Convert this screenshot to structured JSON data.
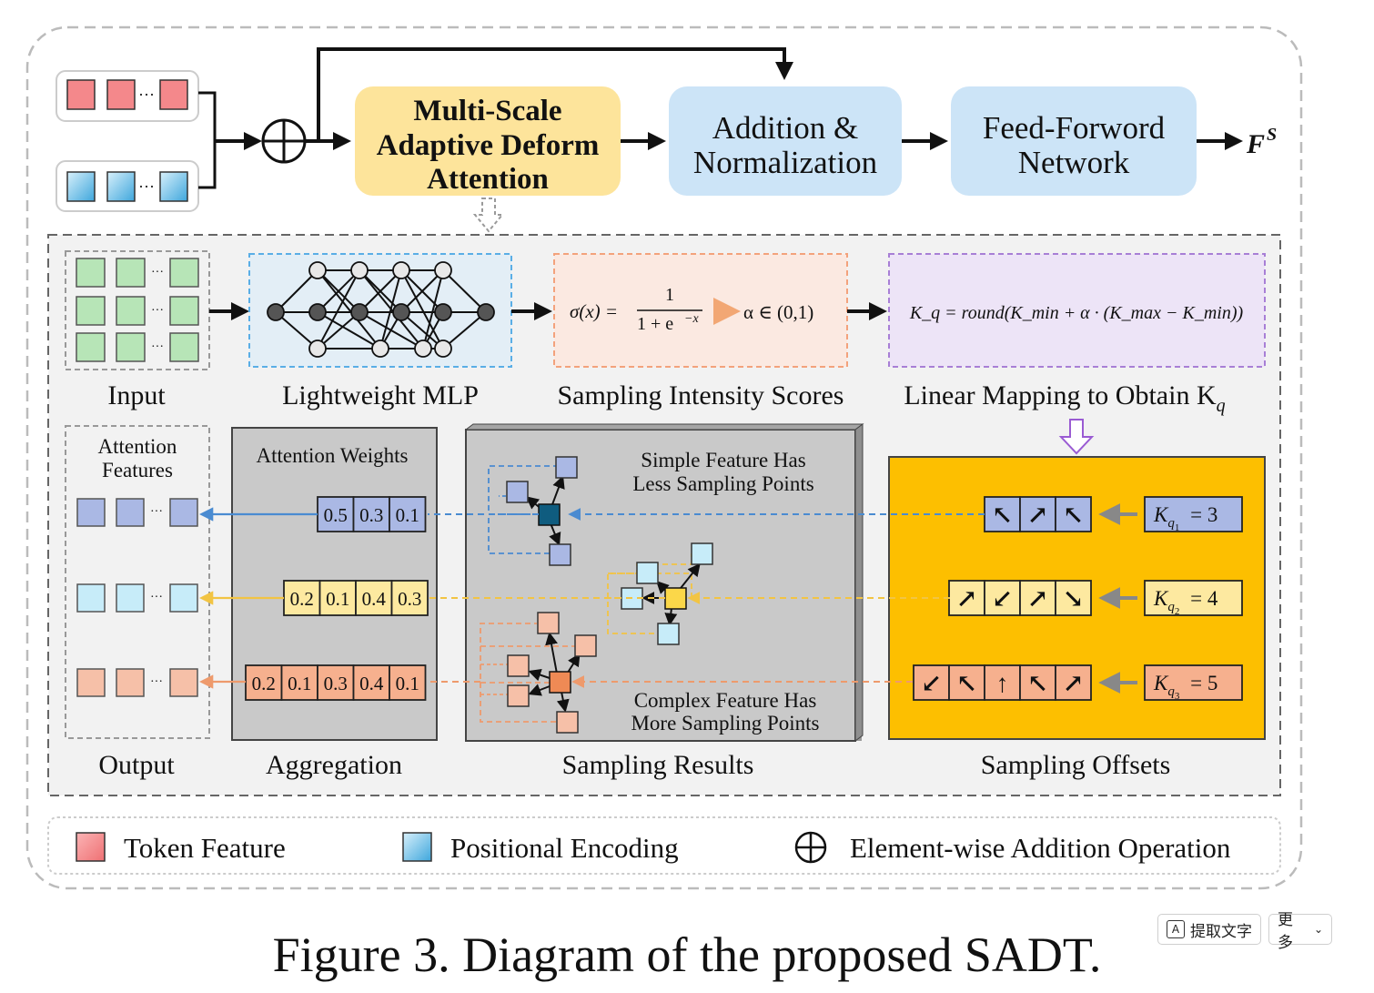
{
  "top_row": {
    "msada": [
      "Multi-Scale",
      "Adaptive Deform",
      "Attention"
    ],
    "addnorm": [
      "Addition &",
      "Normalization"
    ],
    "ffn": [
      "Feed-Forword",
      "Network"
    ],
    "output_label": "F",
    "output_sup": "S",
    "ellipsis": "···"
  },
  "stages": {
    "input": "Input",
    "mlp": "Lightweight MLP",
    "scores": "Sampling Intensity Scores",
    "linear": "Linear Mapping to Obtain K",
    "linear_sub": "q",
    "output": "Output",
    "aggregation": "Aggregation",
    "sampling_results": "Sampling Results",
    "sampling_offsets": "Sampling Offsets"
  },
  "formulas": {
    "sigma_lhs": "σ(x) =",
    "sigma_num": "1",
    "sigma_den": "1 + e",
    "sigma_exp": "−x",
    "alpha": "α ∈ (0,1)",
    "kq": "K_q = round(K_min + α · (K_max − K_min))"
  },
  "attention_features": [
    "Attention",
    "Features"
  ],
  "attention_weights_title": "Attention Weights",
  "weights": [
    [
      "0.5",
      "0.3",
      "0.1"
    ],
    [
      "0.2",
      "0.1",
      "0.4",
      "0.3"
    ],
    [
      "0.2",
      "0.1",
      "0.3",
      "0.4",
      "0.1"
    ]
  ],
  "notes": {
    "simple": [
      "Simple Feature Has",
      "Less Sampling Points"
    ],
    "complex": [
      "Complex Feature Has",
      "More Sampling Points"
    ]
  },
  "kq_values": [
    {
      "label": "K",
      "sub": "q",
      "subsub": "1",
      "value": "= 3"
    },
    {
      "label": "K",
      "sub": "q",
      "subsub": "2",
      "value": "= 4"
    },
    {
      "label": "K",
      "sub": "q",
      "subsub": "3",
      "value": "= 5"
    }
  ],
  "offset_arrows": [
    [
      "↖",
      "↗",
      "↖"
    ],
    [
      "↗",
      "↙",
      "↗",
      "↘"
    ],
    [
      "↙",
      "↖",
      "↑",
      "↖",
      "↗"
    ]
  ],
  "legend": {
    "token": "Token Feature",
    "pos": "Positional  Encoding",
    "add": "Element-wise Addition Operation"
  },
  "caption": "Figure 3. Diagram of the proposed SADT.",
  "ui": {
    "extract_text": "提取文字",
    "more": "更多"
  },
  "colors": {
    "token": "#f4888b",
    "positional": "#6cc0ea",
    "msada": "#fde49b",
    "blue_block": "#cce4f7",
    "offset_bg": "#fdbf00",
    "blue_row": "#aab8e4",
    "yellow_row": "#fde9a0",
    "orange_row": "#f6b08e"
  }
}
